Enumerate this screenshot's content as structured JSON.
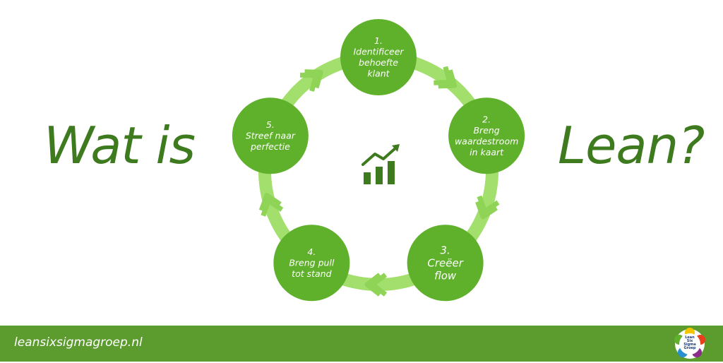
{
  "title_left": "Wat is",
  "title_right": "Lean?",
  "center_icon": "bar-chart-trend-icon",
  "steps": [
    {
      "number": "1.",
      "lines": [
        "Identificeer",
        "behoefte",
        "klant"
      ]
    },
    {
      "number": "2.",
      "lines": [
        "Breng",
        "waardestroom",
        "in kaart"
      ]
    },
    {
      "number": "3.",
      "lines": [
        "Creëer",
        "flow"
      ]
    },
    {
      "number": "4.",
      "lines": [
        "Breng pull",
        "tot stand"
      ]
    },
    {
      "number": "5.",
      "lines": [
        "Streef naar",
        "perfectie"
      ]
    }
  ],
  "footer": {
    "url": "leansixsigmagroep.nl"
  },
  "logo": {
    "lines": [
      "Lean",
      "Six",
      "Sigma",
      "Groep"
    ]
  },
  "colors": {
    "circle": "#5fb02b",
    "ring": "#a3df6c",
    "arrow": "#8fd457",
    "title": "#3e7a1e",
    "footer": "#5c9b2e",
    "icon": "#3e7a1e"
  }
}
